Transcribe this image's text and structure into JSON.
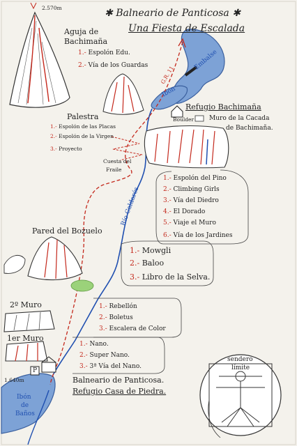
{
  "header": {
    "title": "Balneario de Panticosa",
    "subtitle": "Una Fiesta de Escalada"
  },
  "labels": {
    "summit_altitude": "2.570m",
    "base_altitude": "1.640m",
    "gr11": "G.R. 11",
    "ibon_upper": "Ibón",
    "embalse": "Embalse",
    "refugio_bachimana": "Refugio Bachimaña",
    "bouldering": "Boulder",
    "cuesta_del_fraile": [
      "Cuesta del",
      "Fraile"
    ],
    "rio_caldares": "Río Caldarés",
    "ibon_banos": [
      "Ibón",
      "de",
      "Baños"
    ],
    "balneario": "Balneario de Panticosa.",
    "refugio_casa_piedra": "Refugio Casa de Piedra.",
    "sendero_limite": [
      "sendero",
      "límite"
    ],
    "parking": "P"
  },
  "sectors": {
    "aguja": {
      "name": [
        "Aguja de",
        "Bachimaña"
      ],
      "routes": [
        {
          "num": "1.-",
          "name": "Espolón Edu."
        },
        {
          "num": "2.-",
          "name": "Vía de los Guardas"
        }
      ]
    },
    "palestra": {
      "name": "Palestra",
      "routes": [
        {
          "num": "1.-",
          "name": "Espolón de las Placas"
        },
        {
          "num": "2.-",
          "name": "Espolón de la Virgen"
        },
        {
          "num": "3.-",
          "name": "Proyecto"
        }
      ]
    },
    "muro_cascada": {
      "name": [
        "Muro de la Cacada",
        "de Bachimaña."
      ],
      "routes": [
        {
          "num": "1.-",
          "name": "Espolón del Pino"
        },
        {
          "num": "2.-",
          "name": "Climbing Girls"
        },
        {
          "num": "3.-",
          "name": "Vía del Diedro"
        },
        {
          "num": "4.-",
          "name": "El Dorado"
        },
        {
          "num": "5.-",
          "name": "Viaje el Muro"
        },
        {
          "num": "6.-",
          "name": "Vía de los Jardines"
        }
      ]
    },
    "bozuelo": {
      "name": "Pared del Bozuelo",
      "routes": [
        {
          "num": "1.-",
          "name": "Mowgli"
        },
        {
          "num": "2.-",
          "name": "Baloo"
        },
        {
          "num": "3.-",
          "name": "Libro de la Selva."
        }
      ]
    },
    "segundo_muro": {
      "name": "2º Muro",
      "routes": [
        {
          "num": "1.-",
          "name": "Rebellón"
        },
        {
          "num": "2.-",
          "name": "Boletus"
        },
        {
          "num": "3.-",
          "name": "Escalera de Color"
        }
      ]
    },
    "primer_muro": {
      "name": "1er Muro",
      "routes": [
        {
          "num": "1.-",
          "name": "Nano."
        },
        {
          "num": "2.-",
          "name": "Super Nano."
        },
        {
          "num": "3.-",
          "name": "3ª Vía del Nano."
        }
      ]
    }
  },
  "colors": {
    "route_red": "#c4281c",
    "river_blue": "#1f4fb0",
    "lake_blue": "#7da2d6",
    "ink": "#222222",
    "paper": "#f4f2ec",
    "grass_green": "#9bd27a"
  }
}
